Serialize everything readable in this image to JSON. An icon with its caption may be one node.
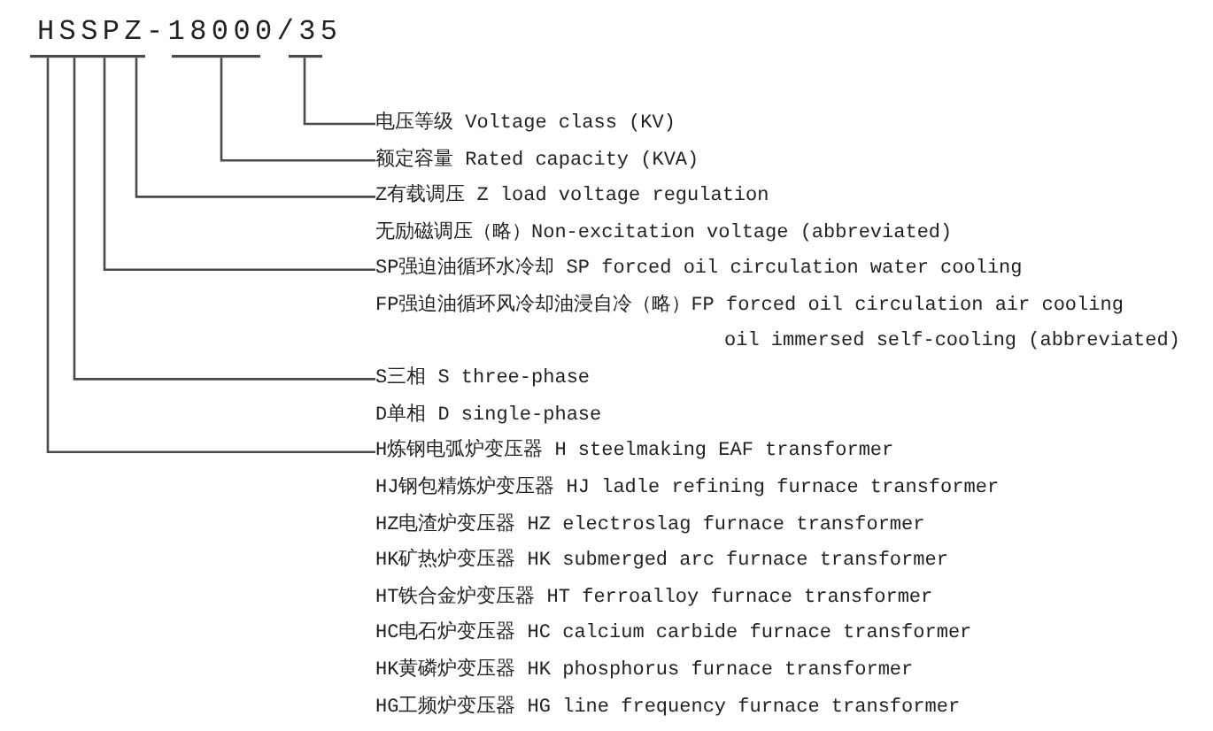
{
  "diagram": {
    "title": "HSSPZ-18000/35",
    "nodes": [
      {
        "text": [],
        "shape": "bar"
      },
      {
        "text": [],
        "shape": "bar"
      },
      {
        "text": [],
        "shape": "bar"
      },
      {
        "text": [
          "电压等级 Voltage class (KV)"
        ]
      },
      {
        "text": [
          "额定容量 Rated capacity (KVA)"
        ]
      },
      {
        "text": [
          "Z有载调压 Z load voltage regulation"
        ]
      },
      {
        "text": [
          "SP强迫油循环水冷却 SP forced oil circulation water cooling"
        ]
      },
      {
        "text": [
          "S三相 S three-phase"
        ]
      },
      {
        "text": [
          "H炼钢电弧炉变压器 H steelmaking EAF transformer"
        ]
      }
    ],
    "edges": [
      {
        "from": 3,
        "to": 2,
        "arrow": "none"
      },
      {
        "from": 4,
        "to": 1,
        "arrow": "none"
      },
      {
        "from": 5,
        "to": 0,
        "arrow": "none"
      },
      {
        "from": 6,
        "to": 0,
        "arrow": "none"
      },
      {
        "from": 7,
        "to": 0,
        "arrow": "none"
      },
      {
        "from": 8,
        "to": 0,
        "arrow": "none"
      }
    ],
    "labels": [
      "无励磁调压（略）Non-excitation voltage (abbreviated)",
      "FP强迫油循环风冷却油浸自冷（略）FP forced oil circulation air cooling oil immersed self-cooling (abbreviated)",
      "D单相 D single-phase",
      "HJ钢包精炼炉变压器 HJ ladle refining furnace transformer",
      "HZ电渣炉变压器 HZ electroslag furnace transformer",
      "HK矿热炉变压器 HK submerged arc furnace transformer",
      "HT铁合金炉变压器 HT ferroalloy furnace transformer",
      "HC电石炉变压器 HC calcium carbide furnace transformer",
      "HK黄磷炉变压器 HK phosphorus furnace transformer",
      "HG工频炉变压器 HG line frequency furnace transformer"
    ]
  }
}
